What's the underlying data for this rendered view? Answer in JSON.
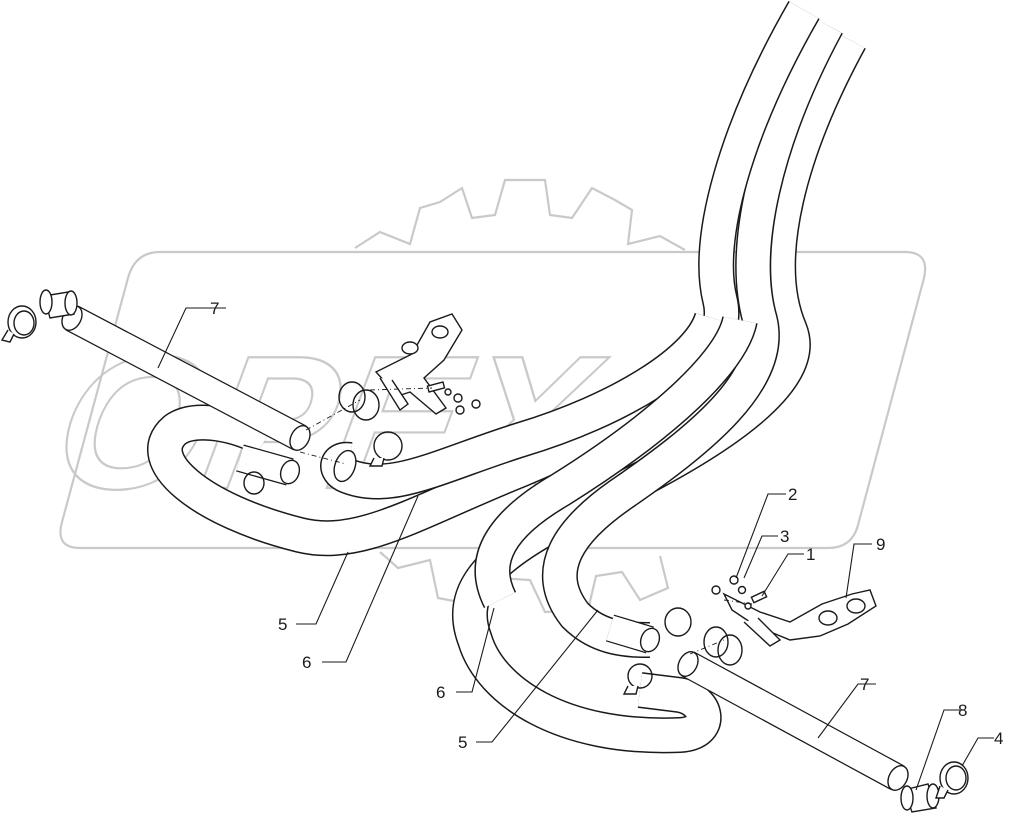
{
  "watermark": {
    "logo_text": "OPEX"
  },
  "callouts": [
    {
      "id": "c-7-left",
      "label": "7"
    },
    {
      "id": "c-5-left",
      "label": "5"
    },
    {
      "id": "c-6-left",
      "label": "6"
    },
    {
      "id": "c-6-bottom",
      "label": "6"
    },
    {
      "id": "c-5-bottom",
      "label": "5"
    },
    {
      "id": "c-2",
      "label": "2"
    },
    {
      "id": "c-3",
      "label": "3"
    },
    {
      "id": "c-1",
      "label": "1"
    },
    {
      "id": "c-9",
      "label": "9"
    },
    {
      "id": "c-7-right",
      "label": "7"
    },
    {
      "id": "c-8",
      "label": "8"
    },
    {
      "id": "c-4",
      "label": "4"
    }
  ]
}
